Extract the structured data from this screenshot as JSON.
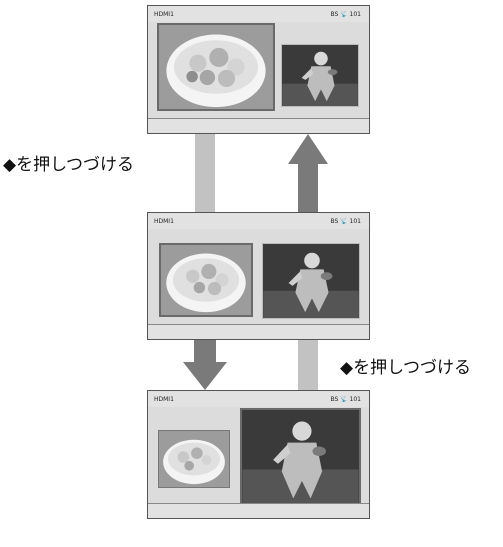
{
  "screens": [
    {
      "source_label": "HDMI1",
      "channel_label": "BS 📡 101"
    },
    {
      "source_label": "HDMI1",
      "channel_label": "BS 📡 101"
    },
    {
      "source_label": "HDMI1",
      "channel_label": "BS 📡 101"
    }
  ],
  "captions": {
    "down_hold": "◆を押しつづける",
    "up_hold": "◆を押しつづける"
  },
  "icons": {
    "down_key": "down-arrow-key-icon",
    "up_key": "up-arrow-key-icon",
    "broadcast": "satellite-broadcast-icon"
  },
  "colors": {
    "arrow_light": "#c2c2c2",
    "arrow_dark": "#7a7a7a",
    "frame_border": "#555555",
    "screen_bg": "#dcdcdc"
  }
}
